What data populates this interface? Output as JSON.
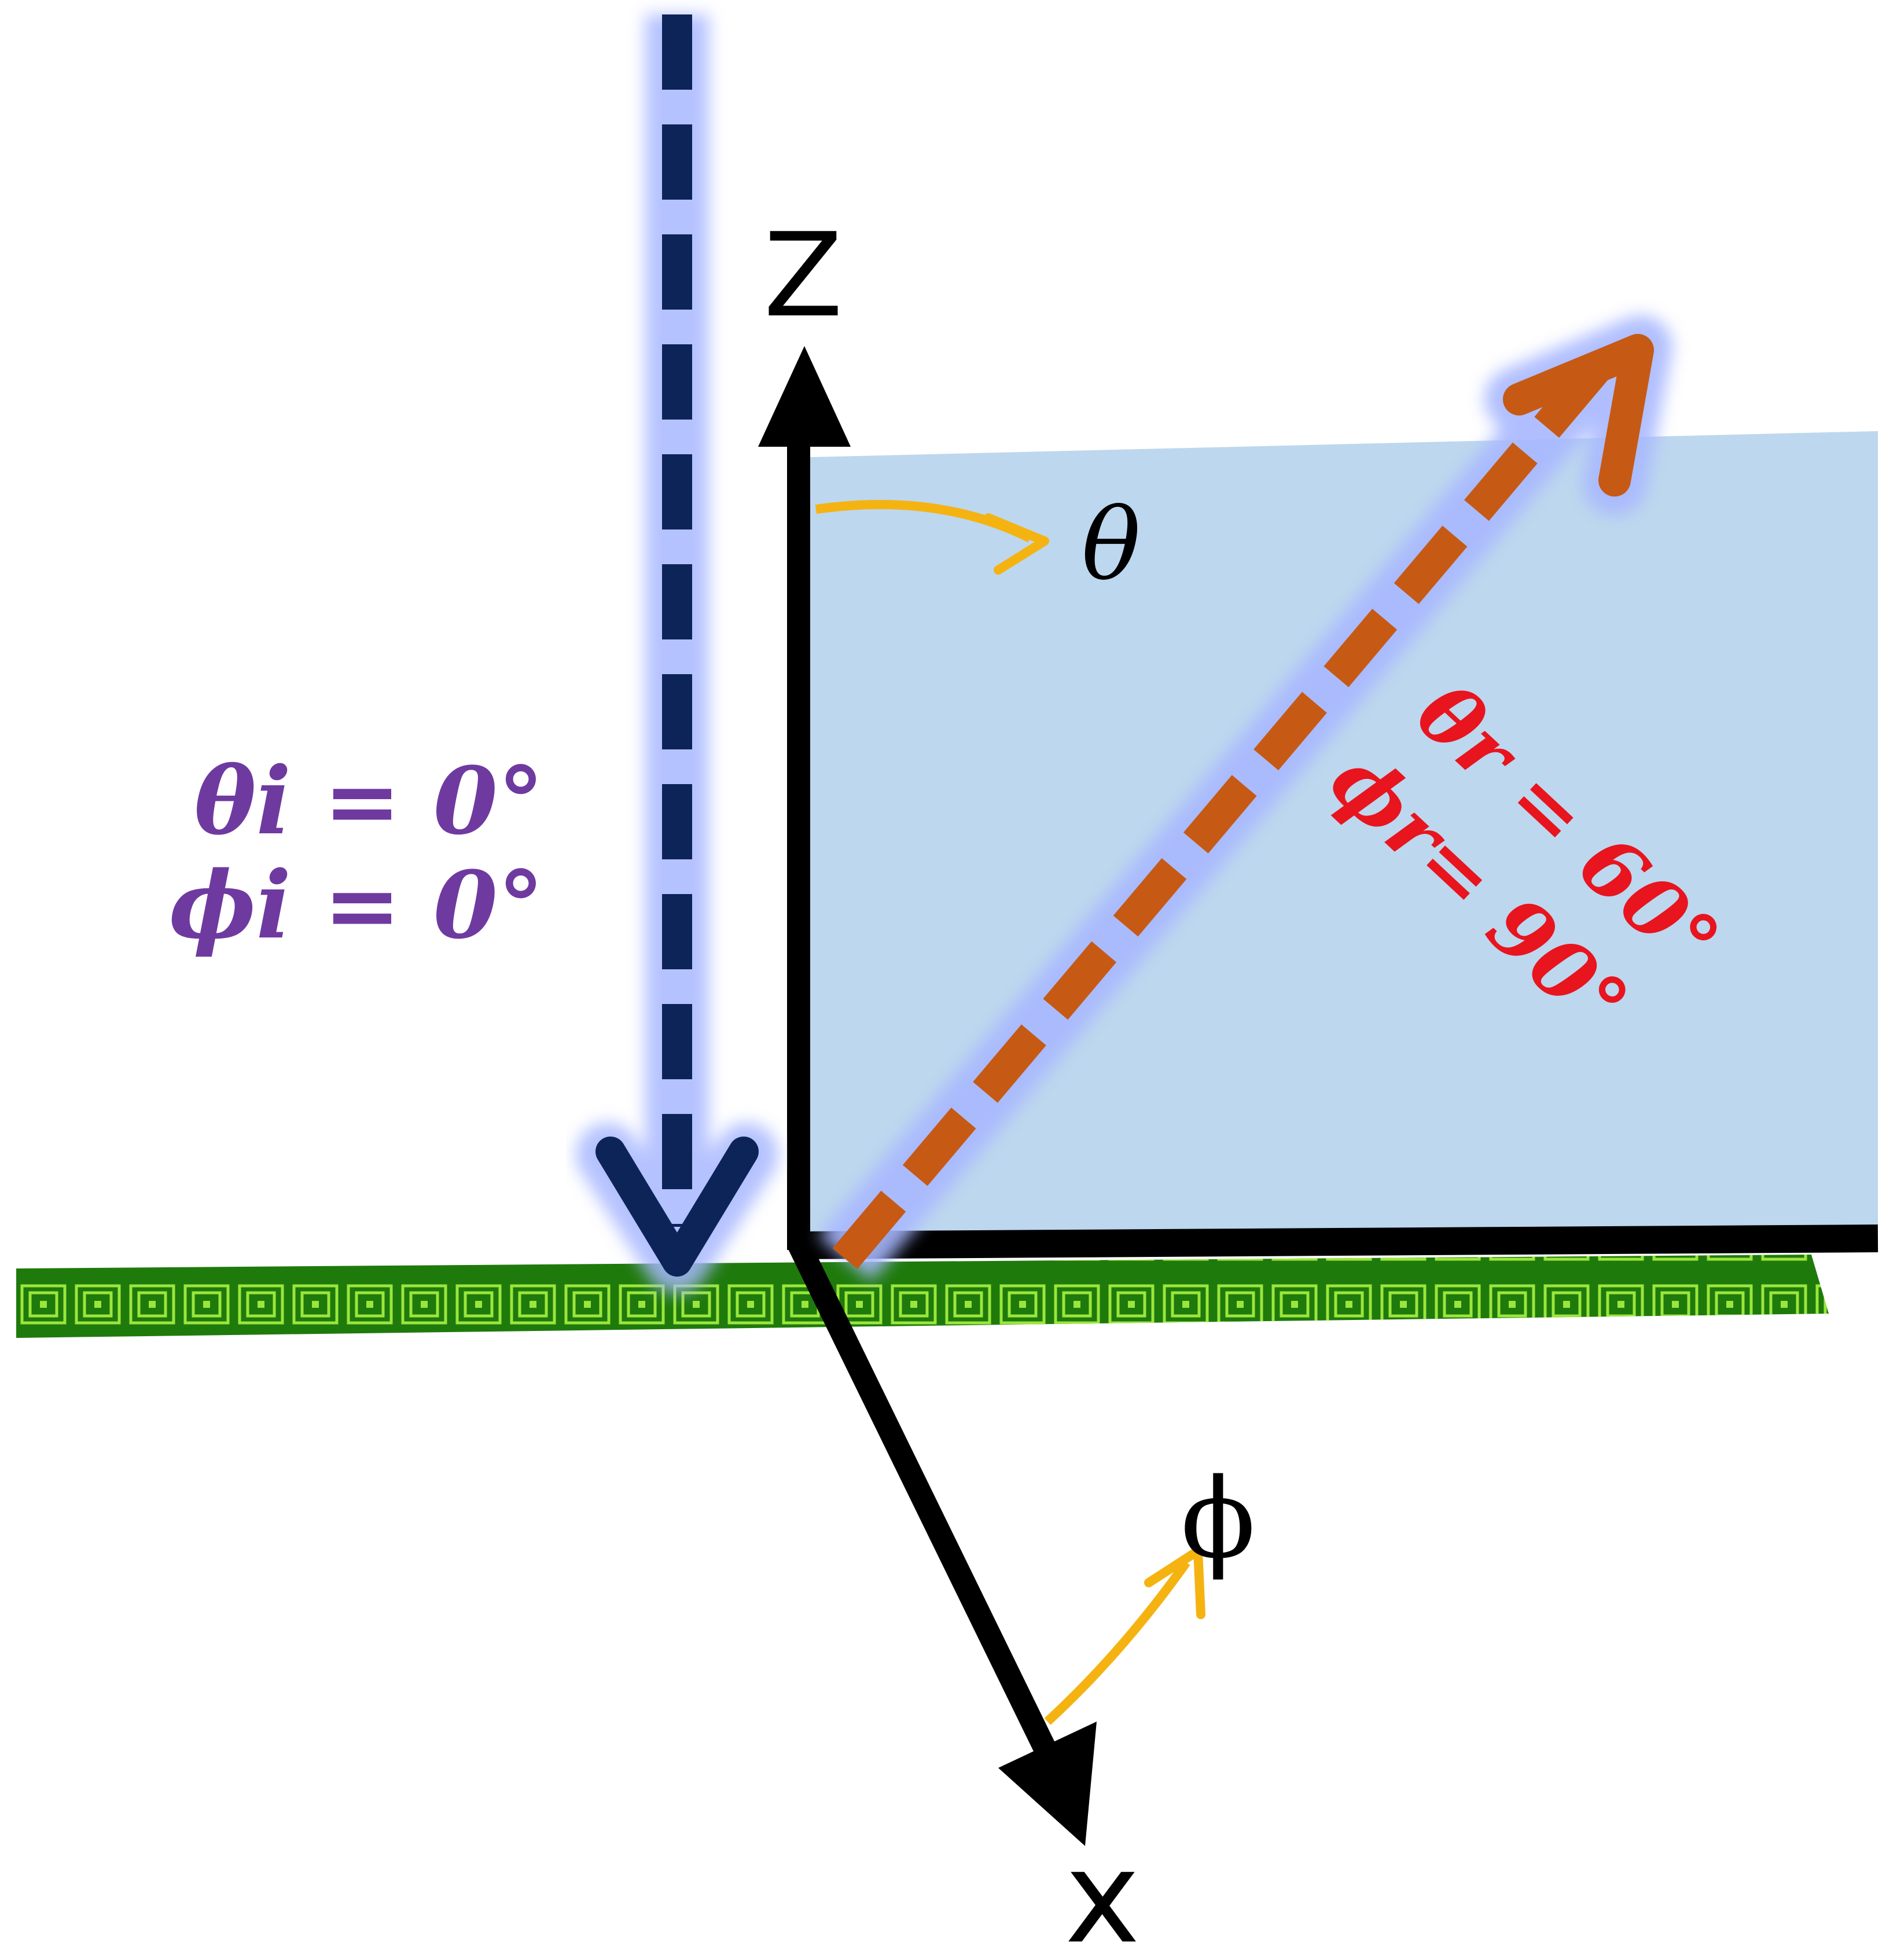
{
  "labels": {
    "z_axis": "Z",
    "x_axis": "x",
    "theta": "θ",
    "phi": "ϕ",
    "incident_theta": "θi = 0°",
    "incident_phi": "ϕi = 0°",
    "reflected_theta": "θr = 60°",
    "reflected_phi": "ϕr= 90°"
  },
  "angles": {
    "incident_theta_deg": 0,
    "incident_phi_deg": 0,
    "reflected_theta_deg": 60,
    "reflected_phi_deg": 90
  },
  "colors": {
    "axis": "#000000",
    "incident_beam": "#0d2458",
    "incident_label": "#6f3aa0",
    "reflected_beam": "#c65a14",
    "reflected_label": "#e8141e",
    "angle_arrow": "#f5b312",
    "plane": "#bdd7ee",
    "metasurface": "#1f7a0c",
    "metasurface_cell": "#9be63a",
    "glow": "#a8b8ff"
  }
}
